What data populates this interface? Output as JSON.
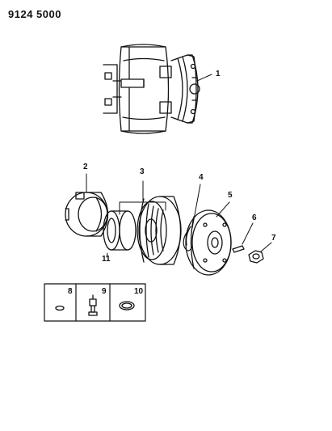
{
  "header": {
    "code": "9124 5000"
  },
  "callouts": [
    {
      "id": "1",
      "label": "1"
    },
    {
      "id": "2",
      "label": "2"
    },
    {
      "id": "3",
      "label": "3"
    },
    {
      "id": "4",
      "label": "4"
    },
    {
      "id": "5",
      "label": "5"
    },
    {
      "id": "6",
      "label": "6"
    },
    {
      "id": "7",
      "label": "7"
    },
    {
      "id": "11",
      "label": "11"
    }
  ],
  "inset": {
    "cells": [
      {
        "label": "8"
      },
      {
        "label": "9"
      },
      {
        "label": "10"
      }
    ]
  }
}
